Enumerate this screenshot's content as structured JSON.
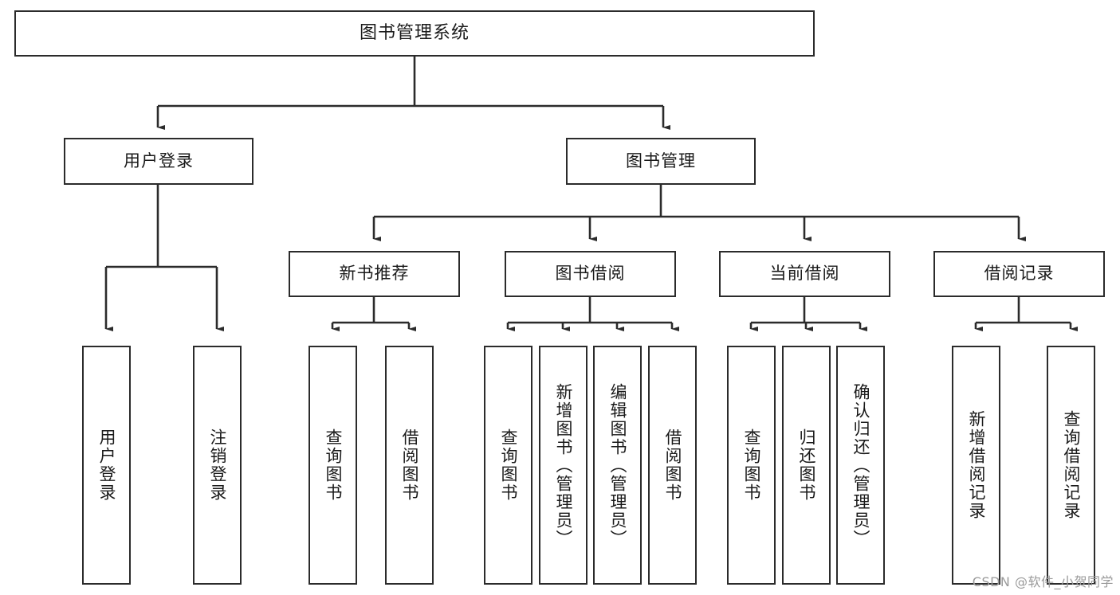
{
  "diagram": {
    "title": "图书管理系统",
    "watermark": "CSDN @软件_小贺同学",
    "orientation": "top-down tree",
    "line_color": "#2b2b2b",
    "box_fill": "#ffffff",
    "levels": {
      "root": {
        "label": "图书管理系统"
      },
      "level2": [
        {
          "label": "用户登录"
        },
        {
          "label": "图书管理"
        }
      ],
      "level3": [
        {
          "label": "新书推荐"
        },
        {
          "label": "图书借阅"
        },
        {
          "label": "当前借阅"
        },
        {
          "label": "借阅记录"
        }
      ],
      "leaves_user_login": [
        {
          "label": "用户登录"
        },
        {
          "label": "注销登录"
        }
      ],
      "leaves_new_book": [
        {
          "label": "查询图书"
        },
        {
          "label": "借阅图书"
        }
      ],
      "leaves_borrow": [
        {
          "label": "查询图书"
        },
        {
          "label": "新增图书（管理员）"
        },
        {
          "label": "编辑图书（管理员）"
        },
        {
          "label": "借阅图书"
        }
      ],
      "leaves_current": [
        {
          "label": "查询图书"
        },
        {
          "label": "归还图书"
        },
        {
          "label": "确认归还（管理员）"
        }
      ],
      "leaves_records": [
        {
          "label": "新增借阅记录"
        },
        {
          "label": "查询借阅记录"
        }
      ]
    }
  }
}
